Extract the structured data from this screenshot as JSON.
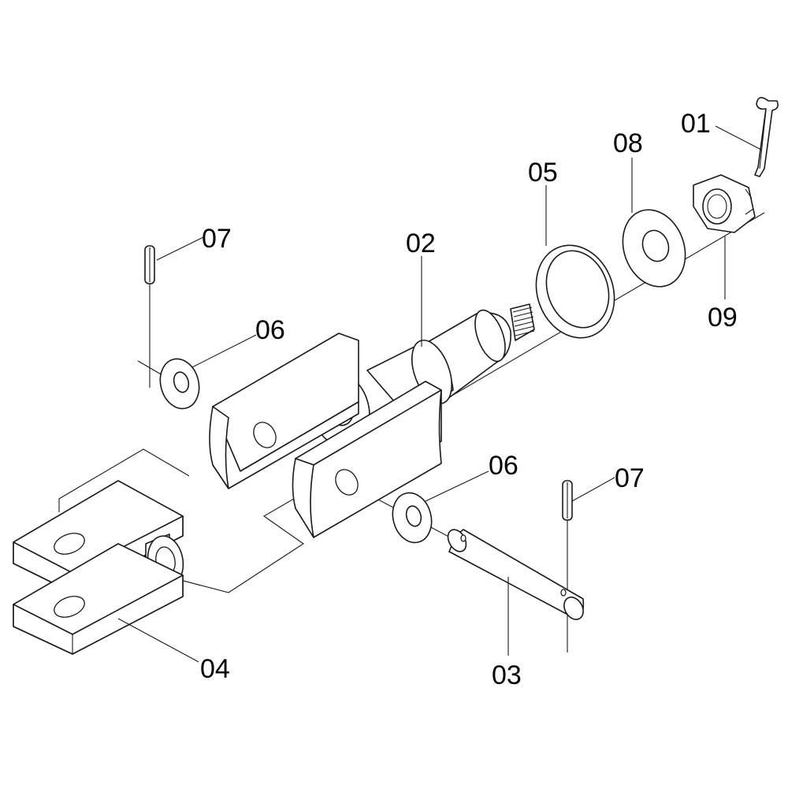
{
  "diagram": {
    "callouts": [
      {
        "id": "01",
        "label": "01"
      },
      {
        "id": "08",
        "label": "08"
      },
      {
        "id": "05",
        "label": "05"
      },
      {
        "id": "07a",
        "label": "07"
      },
      {
        "id": "02",
        "label": "02"
      },
      {
        "id": "09",
        "label": "09"
      },
      {
        "id": "06a",
        "label": "06"
      },
      {
        "id": "06b",
        "label": "06"
      },
      {
        "id": "07b",
        "label": "07"
      },
      {
        "id": "04",
        "label": "04"
      },
      {
        "id": "03",
        "label": "03"
      }
    ]
  },
  "colors": {
    "line": "#1a1a1a",
    "background": "#ffffff",
    "text": "#000000"
  }
}
